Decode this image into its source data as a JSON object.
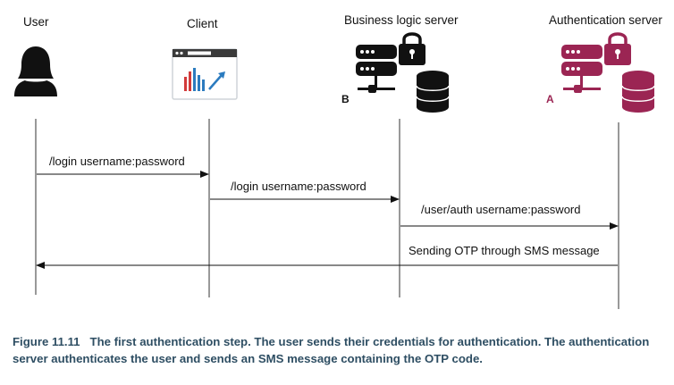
{
  "actors": [
    {
      "id": "user",
      "label": "User",
      "icon": "user-icon"
    },
    {
      "id": "client",
      "label": "Client",
      "icon": "browser-chart-icon"
    },
    {
      "id": "business",
      "label": "Business logic server",
      "icon": "locked-server-icon",
      "marker": "B"
    },
    {
      "id": "auth",
      "label": "Authentication server",
      "icon": "locked-server-icon",
      "marker": "A"
    }
  ],
  "messages": [
    {
      "label": "/login username:password",
      "from": "user",
      "to": "client"
    },
    {
      "label": "/login username:password",
      "from": "client",
      "to": "business"
    },
    {
      "label": "/user/auth username:password",
      "from": "business",
      "to": "auth"
    },
    {
      "label": "Sending OTP through SMS message",
      "from": "auth",
      "to": "user"
    }
  ],
  "caption": {
    "figure_number": "Figure 11.11",
    "text": "The first authentication step. The user sends their credentials for authentication. The authentication server authenticates the user and sends an SMS message containing the OTP code."
  },
  "colors": {
    "dark": "#111111",
    "auth_accent": "#9b2553",
    "browser_blue": "#2b7bbf",
    "browser_red": "#d23a3a",
    "caption": "#2e4e63"
  }
}
